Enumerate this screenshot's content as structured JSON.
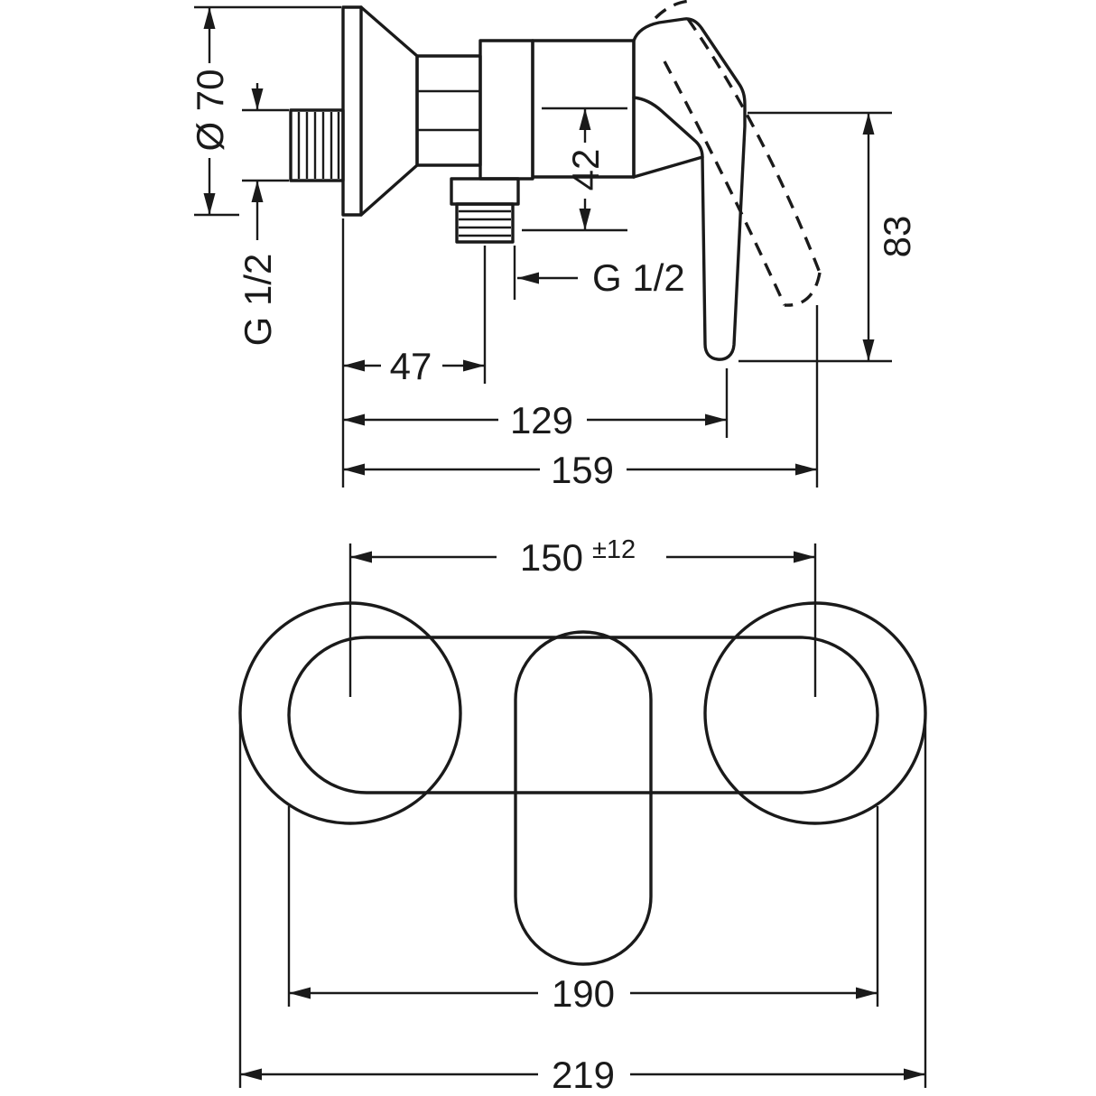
{
  "drawing": {
    "description": "Technical dimension drawing of a single-lever shower mixer, side view (top) and front view (bottom)",
    "line_color": "#1a1a1a",
    "background_color": "#ffffff"
  },
  "side_view": {
    "labels": {
      "escutcheon_diameter": "Ø 70",
      "inlet_thread": "G 1/2",
      "outlet_thread": "G 1/2",
      "union_height": "42",
      "handle_height": "83",
      "wall_to_outlet": "47",
      "wall_to_handle": "129",
      "overall_depth": "159"
    }
  },
  "front_view": {
    "labels": {
      "center_distance": "150",
      "center_distance_tolerance": "±12",
      "body_width": "190",
      "overall_width": "219"
    }
  }
}
